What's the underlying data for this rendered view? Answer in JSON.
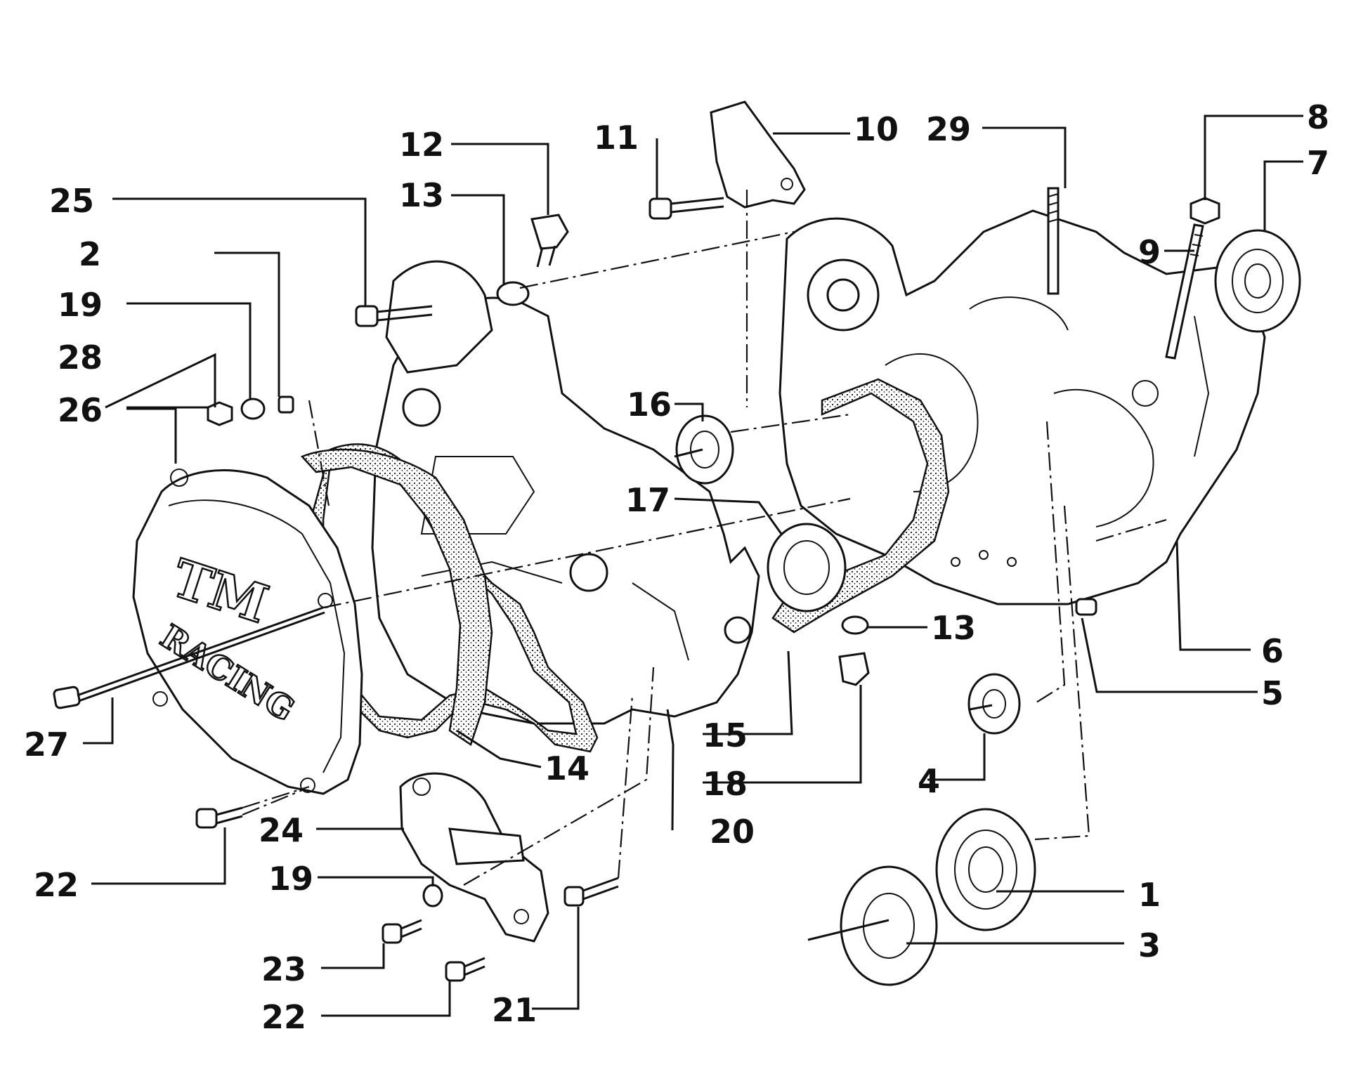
{
  "labels": {
    "l1": "1",
    "l2": "2",
    "l3": "3",
    "l4": "4",
    "l5": "5",
    "l6": "6",
    "l7": "7",
    "l8": "8",
    "l9": "9",
    "l10": "10",
    "l11": "11",
    "l12": "12",
    "l13a": "13",
    "l13b": "13",
    "l14": "14",
    "l15": "15",
    "l16": "16",
    "l17": "17",
    "l18": "18",
    "l19a": "19",
    "l19b": "19",
    "l20": "20",
    "l21": "21",
    "l22a": "22",
    "l22b": "22",
    "l23": "23",
    "l24": "24",
    "l25": "25",
    "l26": "26",
    "l27": "27",
    "l28": "28",
    "l29": "29"
  },
  "cover_logo": {
    "mark": "TM",
    "text": "RACING"
  }
}
